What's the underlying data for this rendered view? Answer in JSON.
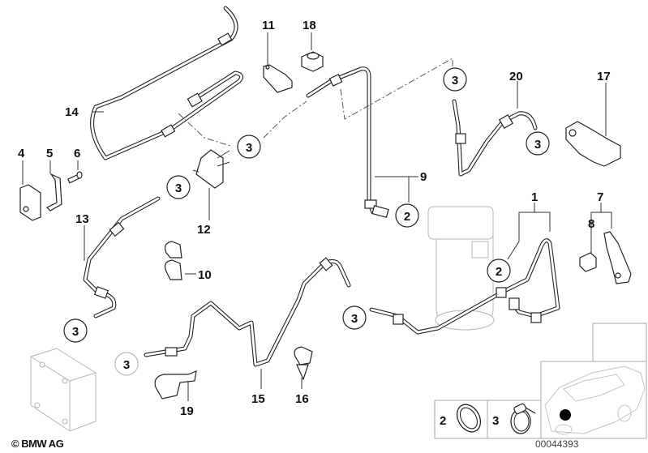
{
  "diagram": {
    "title": "Oil cooler line / transmission cooler hoses parts diagram",
    "copyright": "© BMW AG",
    "image_number": "00044393",
    "part_labels": [
      "1",
      "4",
      "5",
      "6",
      "7",
      "8",
      "9",
      "10",
      "11",
      "12",
      "13",
      "14",
      "15",
      "16",
      "17",
      "18",
      "19",
      "20"
    ],
    "callouts": {
      "c3_a": "3",
      "c3_b": "3",
      "c3_c": "3",
      "c3_d": "3",
      "c3_e": "3",
      "c3_f": "3",
      "c3_g": "3",
      "c2_a": "2",
      "c2_b": "2"
    },
    "legend": {
      "items": [
        {
          "number": "2",
          "part": "sealing-ring-icon"
        },
        {
          "number": "3",
          "part": "hose-clamp-icon"
        }
      ]
    },
    "locator": {
      "marker": "installation-location-dot",
      "vehicle": "car-front-view"
    }
  }
}
